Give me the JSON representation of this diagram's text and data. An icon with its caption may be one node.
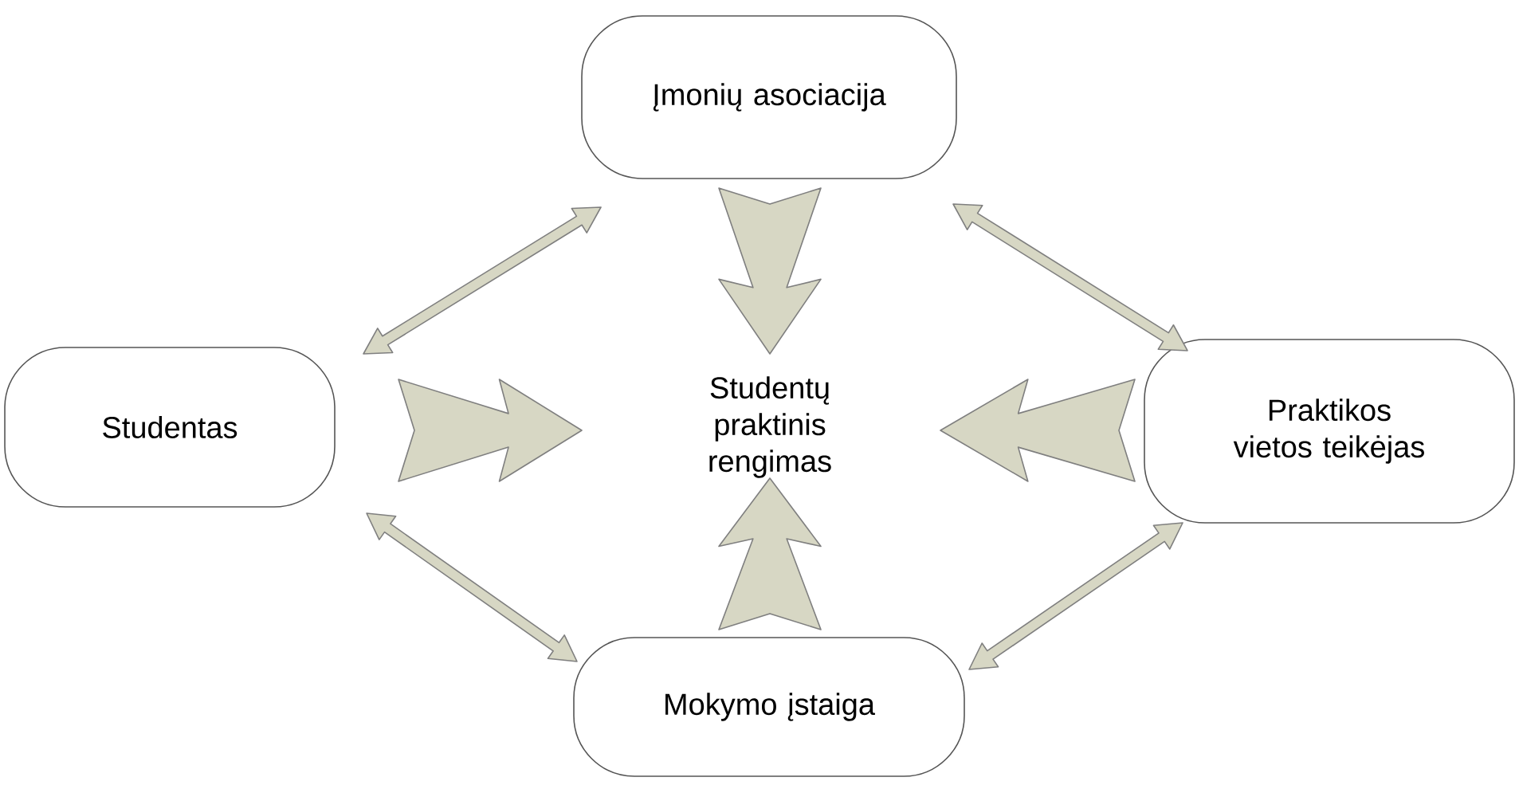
{
  "diagram": {
    "nodes": [
      {
        "text": [
          "Įmonių asociacija"
        ]
      },
      {
        "text": [
          "Studentas"
        ]
      },
      {
        "text": [
          "Studentų praktinis rengimas"
        ]
      },
      {
        "text": [
          "Praktikos vietos teikėjas"
        ]
      },
      {
        "text": [
          "Mokymo įstaiga"
        ]
      }
    ],
    "edges": [
      {
        "from": 0,
        "to": 1,
        "arrow": "both"
      },
      {
        "from": 0,
        "to": 3,
        "arrow": "both"
      },
      {
        "from": 1,
        "to": 4,
        "arrow": "both"
      },
      {
        "from": 3,
        "to": 4,
        "arrow": "both"
      },
      {
        "from": 0,
        "to": 2,
        "arrow": "to"
      },
      {
        "from": 1,
        "to": 2,
        "arrow": "to"
      },
      {
        "from": 3,
        "to": 2,
        "arrow": "to"
      },
      {
        "from": 4,
        "to": 2,
        "arrow": "to"
      }
    ]
  }
}
